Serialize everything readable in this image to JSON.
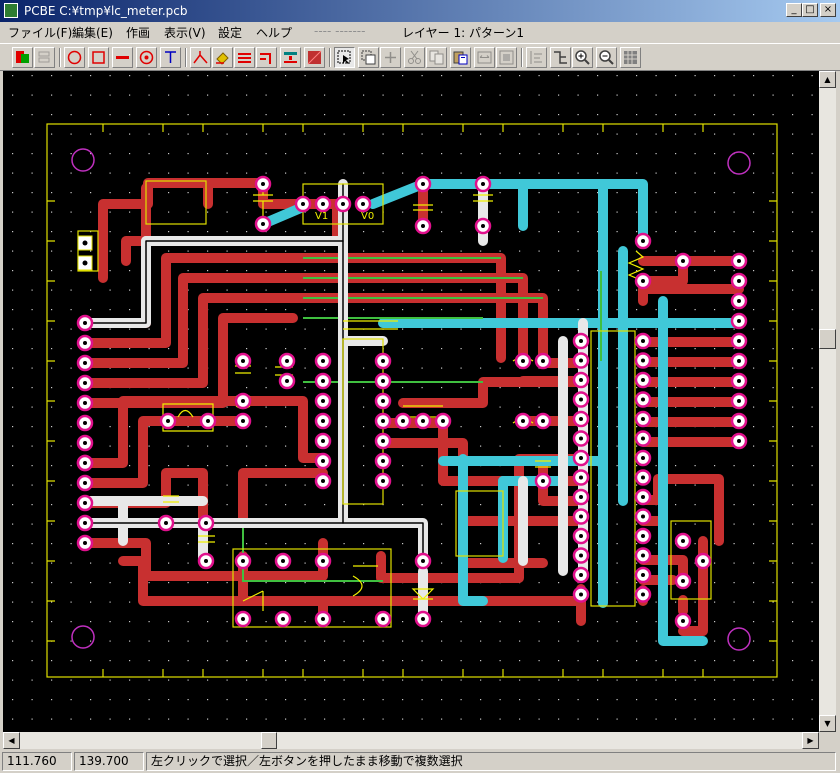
{
  "window": {
    "title": "PCBE  C:¥tmp¥lc_meter.pcb",
    "minimize": "_",
    "maximize": "□",
    "close": "×"
  },
  "menu": [
    {
      "label": "ファイル(F)"
    },
    {
      "label": "編集(E)"
    },
    {
      "label": "作画"
    },
    {
      "label": "表示(V)"
    },
    {
      "label": "設定"
    },
    {
      "label": "ヘルプ"
    }
  ],
  "menu_grey": "---- -------",
  "layer_label": "レイヤー 1: パターン1",
  "toolbar_icons": [
    "layer-color-icon",
    "layer-stack-icon",
    "circle-tool-icon",
    "rect-tool-icon",
    "line-tool-icon",
    "pad-tool-icon",
    "text-tool-icon",
    "junction-tool-icon",
    "eraser-icon",
    "bus-tool-icon",
    "bend-tool-icon",
    "via-tool-icon",
    "fill-tool-icon",
    "select-tool-icon",
    "rotate-icon",
    "move-icon",
    "cut-icon",
    "copy-icon",
    "paste-icon",
    "mirror-icon",
    "group-icon",
    "align-icon",
    "net-icon",
    "zoom-in-icon",
    "zoom-out-icon",
    "grid-icon"
  ],
  "status": {
    "x": "111.760",
    "y": "139.700",
    "message": "左クリックで選択／左ボタンを押したまま移動で複数選択"
  },
  "pcb_labels": {
    "v1": "V1",
    "v0": "V0"
  },
  "colors": {
    "canvas_bg": "#000000",
    "board_outline": "#e0e000",
    "trace_red": "#c83030",
    "trace_cyan": "#40c8d8",
    "trace_green": "#40c040",
    "pad_ring": "#e0108c",
    "silk": "#f0f000"
  }
}
